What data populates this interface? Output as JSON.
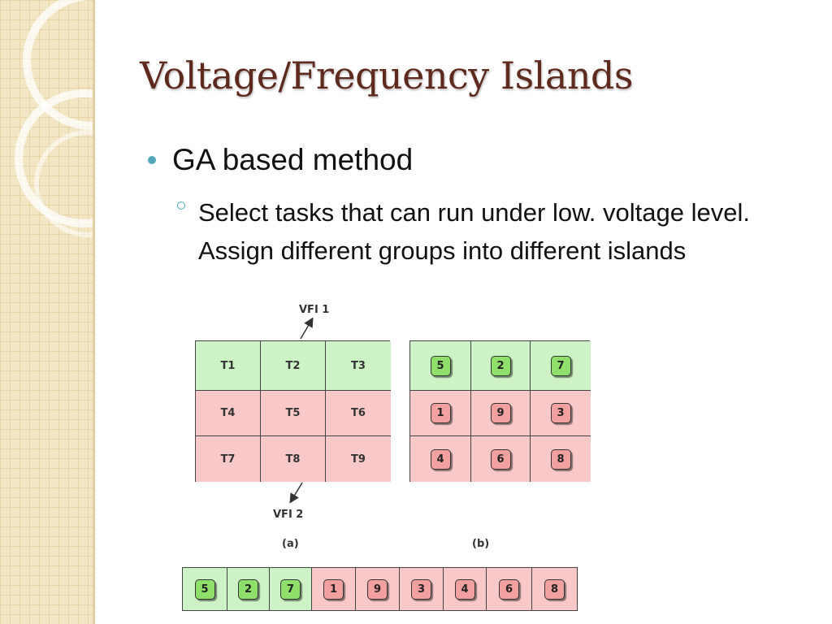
{
  "slide": {
    "title": "Voltage/Frequency Islands",
    "bullet": "GA based method",
    "sub_bullet": "Select tasks that can run under low. voltage level. Assign different groups into different islands"
  },
  "diagram": {
    "vfi1_label": "VFI 1",
    "vfi2_label": "VFI 2",
    "caption_a": "(a)",
    "caption_b": "(b)",
    "grid_a": [
      [
        {
          "text": "T1",
          "island": "green"
        },
        {
          "text": "T2",
          "island": "green"
        },
        {
          "text": "T3",
          "island": "green"
        }
      ],
      [
        {
          "text": "T4",
          "island": "pink"
        },
        {
          "text": "T5",
          "island": "pink"
        },
        {
          "text": "T6",
          "island": "pink"
        }
      ],
      [
        {
          "text": "T7",
          "island": "pink"
        },
        {
          "text": "T8",
          "island": "pink"
        },
        {
          "text": "T9",
          "island": "pink"
        }
      ]
    ],
    "grid_b": [
      [
        {
          "text": "5",
          "island": "green"
        },
        {
          "text": "2",
          "island": "green"
        },
        {
          "text": "7",
          "island": "green"
        }
      ],
      [
        {
          "text": "1",
          "island": "pink"
        },
        {
          "text": "9",
          "island": "pink"
        },
        {
          "text": "3",
          "island": "pink"
        }
      ],
      [
        {
          "text": "4",
          "island": "pink"
        },
        {
          "text": "6",
          "island": "pink"
        },
        {
          "text": "8",
          "island": "pink"
        }
      ]
    ],
    "row_c": [
      {
        "text": "5",
        "island": "green"
      },
      {
        "text": "2",
        "island": "green"
      },
      {
        "text": "7",
        "island": "green"
      },
      {
        "text": "1",
        "island": "pink"
      },
      {
        "text": "9",
        "island": "pink"
      },
      {
        "text": "3",
        "island": "pink"
      },
      {
        "text": "4",
        "island": "pink"
      },
      {
        "text": "6",
        "island": "pink"
      },
      {
        "text": "8",
        "island": "pink"
      }
    ]
  },
  "colors": {
    "title": "#5e2a1e",
    "bullet": "#4fa7b7",
    "island_green": "#cdf2c6",
    "island_pink": "#f9c9c9",
    "chip_green": "#8fe06a",
    "chip_pink": "#f3a0a0"
  }
}
